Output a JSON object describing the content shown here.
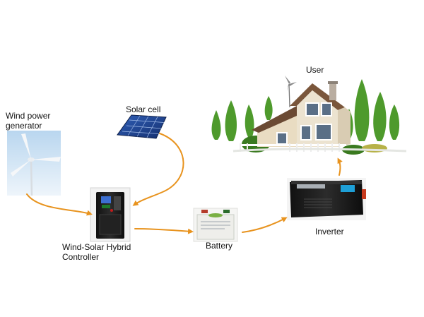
{
  "nodes": {
    "wind": {
      "label_line1": "Wind power",
      "label_line2": "generator"
    },
    "solar": {
      "label": "Solar cell"
    },
    "user": {
      "label": "User"
    },
    "controller": {
      "label_line1": "Wind-Solar Hybrid",
      "label_line2": "Controller"
    },
    "battery": {
      "label": "Battery"
    },
    "inverter": {
      "label": "Inverter"
    }
  },
  "colors": {
    "arrow": "#e8931e",
    "panel_blue": "#1d3f8f",
    "device_black": "#1b1b1b",
    "sky": "#cfe3f4",
    "tree_green": "#4e9a2c",
    "roof": "#6b4a33"
  },
  "icons": [
    "wind-turbine-image",
    "solar-panel-image",
    "house-image",
    "controller-image",
    "battery-image",
    "inverter-image"
  ]
}
